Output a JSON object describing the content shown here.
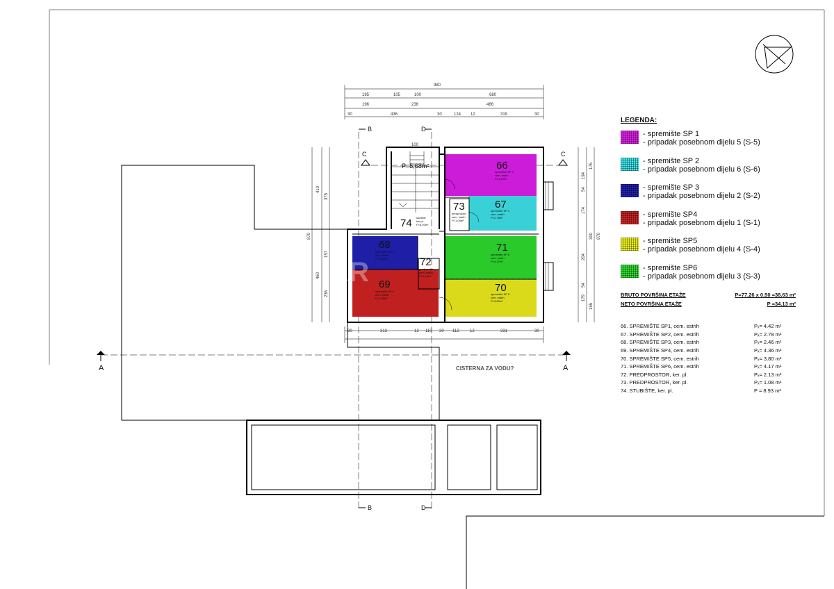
{
  "rooms": {
    "r66": {
      "num": "66",
      "name": "spremište SP 1",
      "floor": "cem. estrih",
      "area": "P=4,42m²",
      "color": "#e21ef0"
    },
    "r67": {
      "num": "67",
      "name": "spremište SP 2",
      "floor": "cem. estrih",
      "area": "P=2,78m²",
      "color": "#3fe7ee"
    },
    "r68": {
      "num": "68",
      "name": "spremište SP 3",
      "floor": "cem. estrih",
      "area": "P=2,46m²",
      "color": "#2222b8"
    },
    "r69": {
      "num": "69",
      "name": "spremište SP 4",
      "floor": "cem. estrih",
      "area": "P=4,36m²",
      "color": "#d42424"
    },
    "r70": {
      "num": "70",
      "name": "spremište SP 5",
      "floor": "cem. estrih",
      "area": "P=3,80m²",
      "color": "#f2f21c"
    },
    "r71": {
      "num": "71",
      "name": "spremište SP 6",
      "floor": "cem. estrih",
      "area": "P=4,17m²",
      "color": "#2ee02e"
    },
    "r72": {
      "num": "72",
      "name": "predprostor",
      "floor": "cem. estrih",
      "area": "P=2,13m²"
    },
    "r73": {
      "num": "73",
      "name": "predprostor",
      "floor": "cem. estrih",
      "area": "P=1,08m²"
    },
    "r74": {
      "num": "74",
      "name": "stubište",
      "floor": "ker.pl.",
      "area": "P=8,93m²"
    },
    "stair_label": "P=5,68m²"
  },
  "labels": {
    "cisterna": "CISTERNA ZA VODU?",
    "watermark": "MAR"
  },
  "sections": {
    "a": "A",
    "b": "B",
    "c": "C",
    "d": "D"
  },
  "dimensions": {
    "top_total": "980",
    "top_row1": [
      "195",
      "105",
      "100",
      "680"
    ],
    "top_row2": [
      "196",
      "236",
      "466"
    ],
    "top_row3": [
      "30",
      "436",
      "30",
      "124",
      "12",
      "319",
      "30"
    ],
    "bottom_row": [
      "30",
      "313",
      "12",
      "110",
      "30",
      "112",
      "12",
      "331",
      "30"
    ],
    "left": [
      "410",
      "375",
      "870",
      "157",
      "460",
      "236"
    ],
    "right": [
      "176",
      "194",
      "54",
      "174",
      "870",
      "300",
      "204",
      "54",
      "179",
      "155"
    ],
    "stair_width": "100"
  },
  "legend": {
    "title": "LEGENDA:",
    "items": [
      {
        "line1": "- spremište SP 1",
        "line2": "- pripadak posebnom dijelu 5 (S-5)",
        "color": "#e21ef0"
      },
      {
        "line1": "- spremište SP 2",
        "line2": "- pripadak posebnom dijelu 6 (S-6)",
        "color": "#3fe7ee"
      },
      {
        "line1": "- spremište SP 3",
        "line2": "- pripadak posebnom dijelu 2 (S-2)",
        "color": "#2222b8"
      },
      {
        "line1": "- spremište SP4",
        "line2": "- pripadak posebnom dijelu 1 (S-1)",
        "color": "#d42424"
      },
      {
        "line1": "- spremište SP5",
        "line2": "- pripadak posebnom dijelu 4 (S-4)",
        "color": "#f2f21c"
      },
      {
        "line1": "- spremište SP6",
        "line2": "- pripadak posebnom dijelu 3 (S-3)",
        "color": "#2ee02e"
      }
    ]
  },
  "areas": {
    "bruto_label": "BRUTO POVRŠINA ETAŽE",
    "bruto_value": "P=77.26 x 0.50 =38.63 m²",
    "neto_label": "NETO POVRŠINA ETAŽE",
    "neto_value": "P =34.13 m²",
    "list": [
      {
        "name": "66. SPREMIŠTE SP1, cem. estrih",
        "value": "Pₓ= 4.42  m²"
      },
      {
        "name": "67. SPREMIŠTE SP2, cem. estrih",
        "value": "Pₓ= 2.78  m²"
      },
      {
        "name": "68. SPREMIŠTE SP3, cem. estrih",
        "value": "Pₓ= 2.46  m²"
      },
      {
        "name": "69. SPREMIŠTE SP4, cem. estrih",
        "value": "Pₓ= 4.36  m²"
      },
      {
        "name": "70. SPREMIŠTE SP5, cem. estrih",
        "value": "Pₓ= 3.80  m²"
      },
      {
        "name": "71. SPREMIŠTE SP6, cem. estrih",
        "value": "Pₓ= 4.17  m²"
      },
      {
        "name": "72. PREDPROSTOR, ker. pl.",
        "value": "Pₓ= 2.13  m²"
      },
      {
        "name": "73. PREDPROSTOR, ker. pl.",
        "value": "Pₓ= 1.08  m²"
      },
      {
        "name": "74. STUBIŠTE, ker. pl.",
        "value": "P = 8.93  m²"
      }
    ]
  }
}
